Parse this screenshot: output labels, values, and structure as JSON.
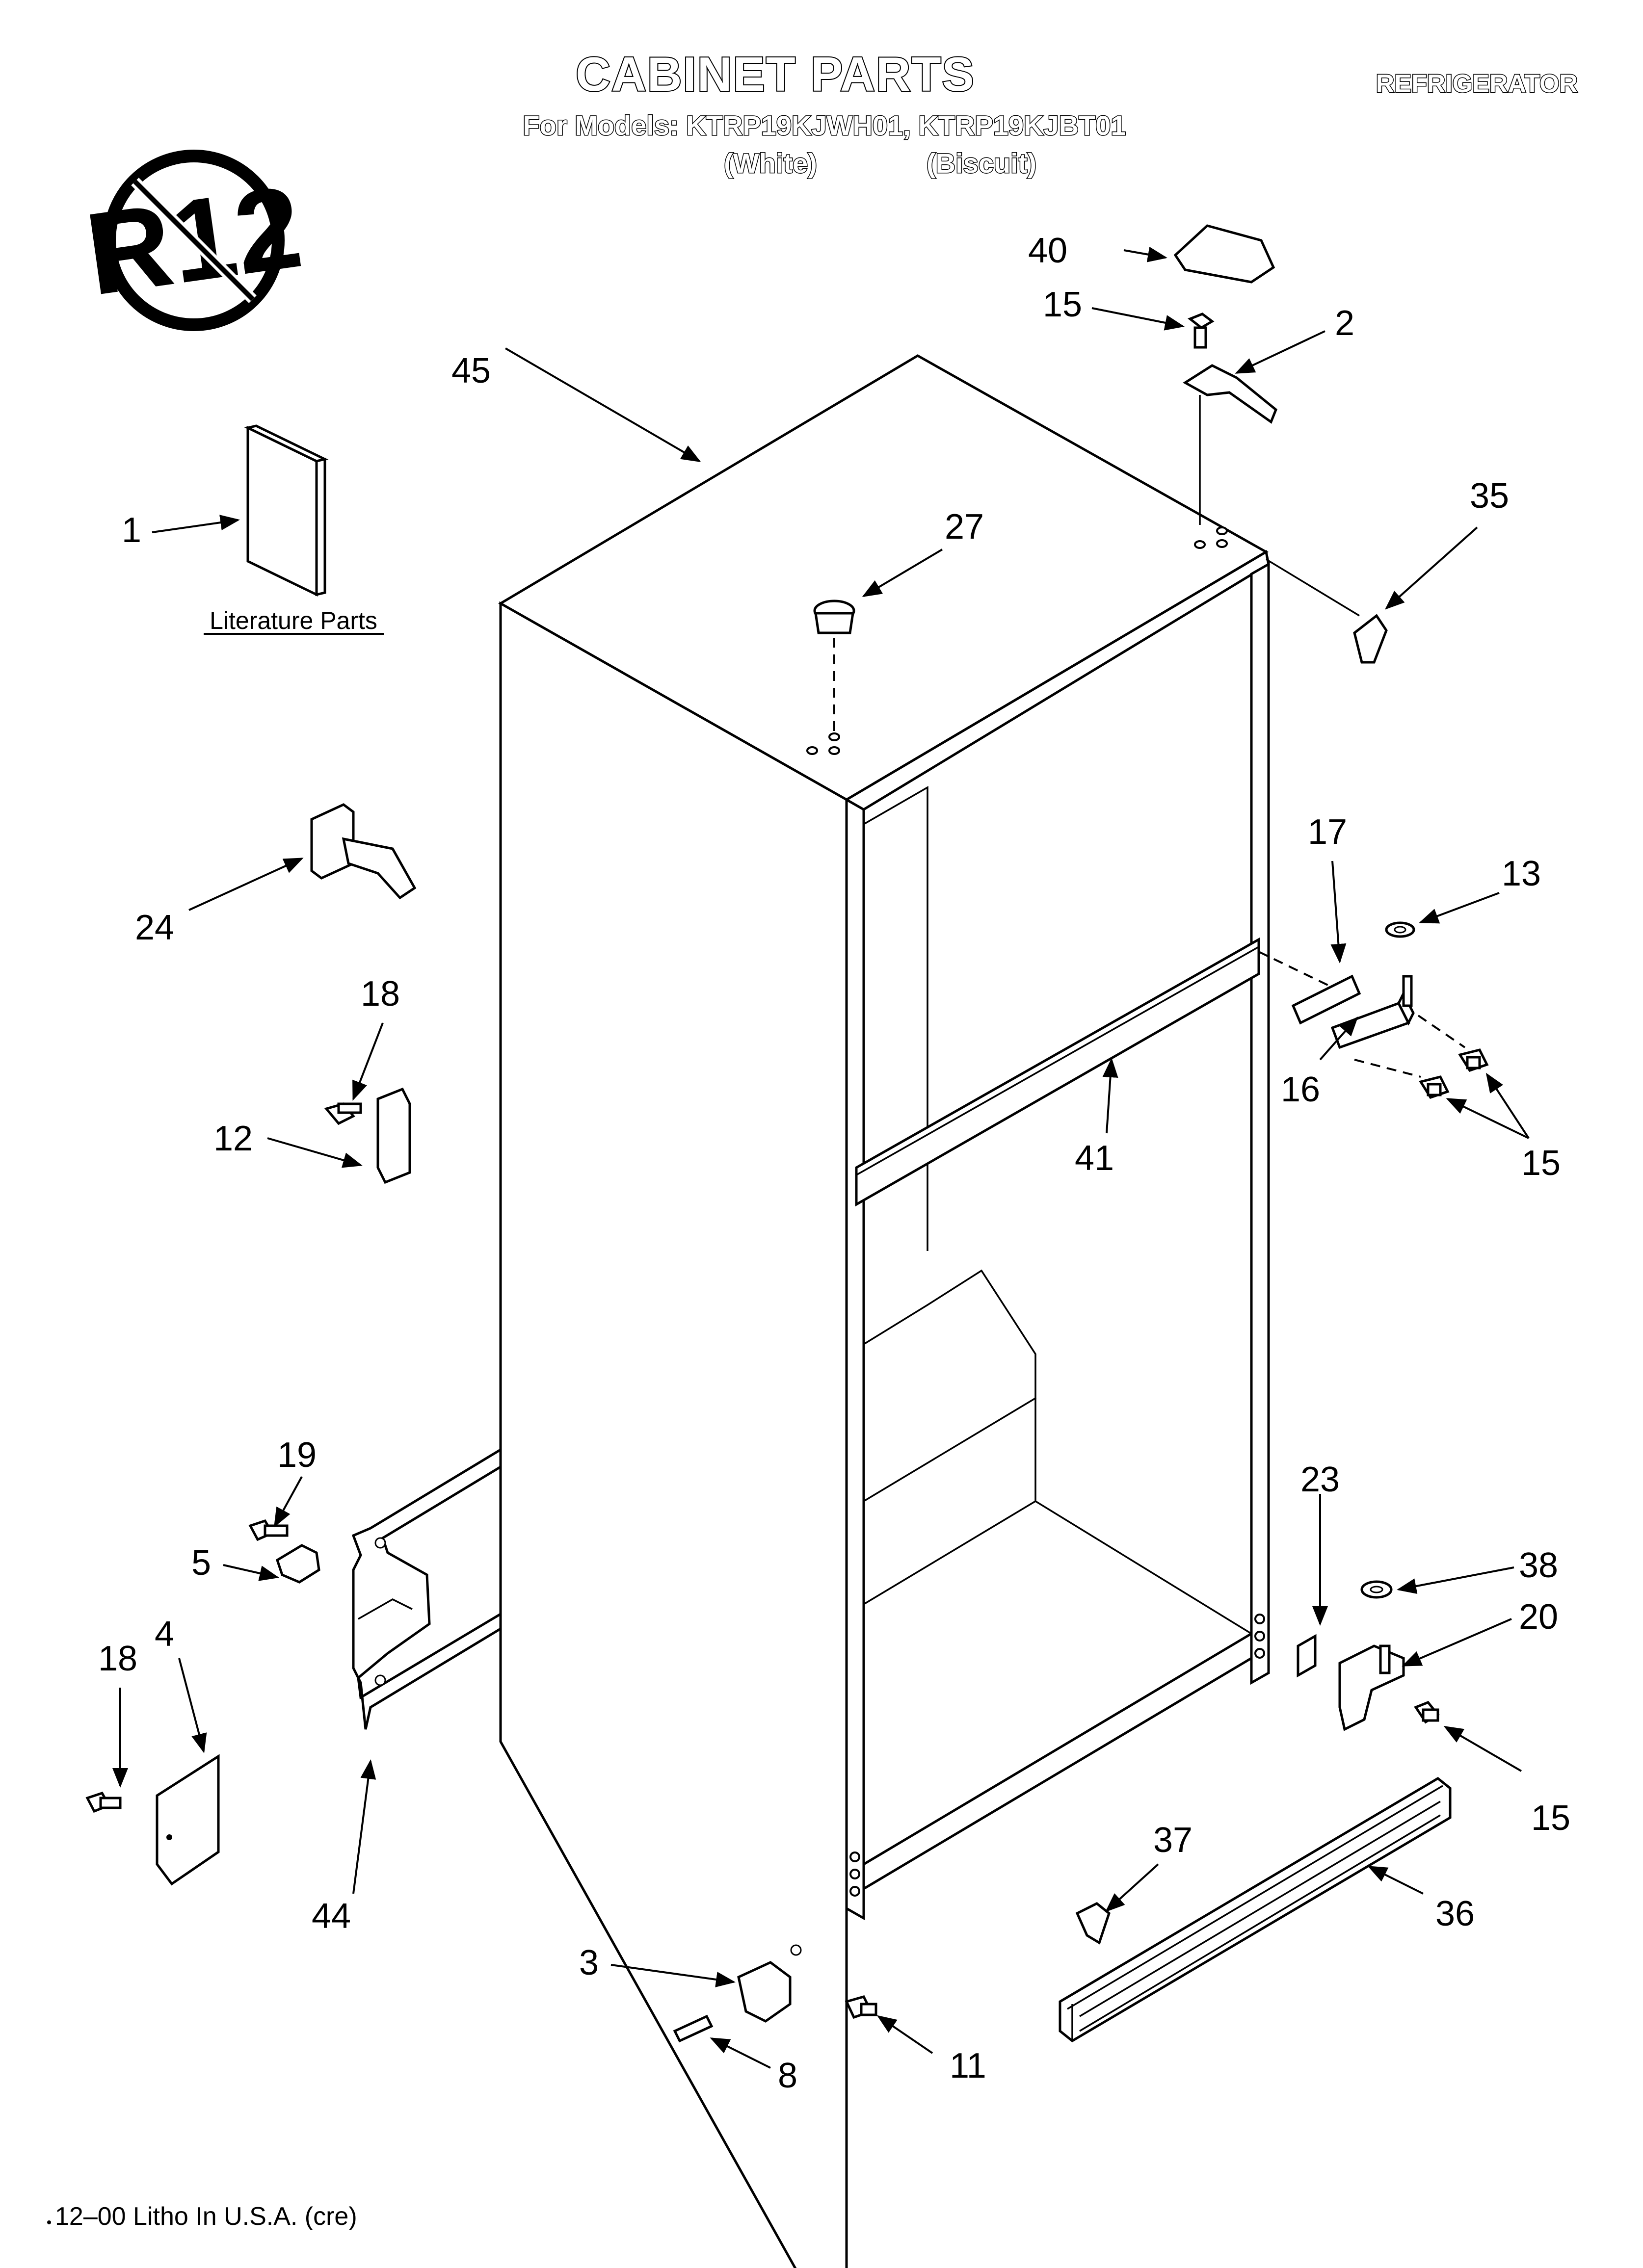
{
  "header": {
    "title": "CABINET PARTS",
    "models_line": "For Models: KTRP19KJWH01, KTRP19KJBT01",
    "color_white": "(White)",
    "color_biscuit": "(Biscuit)",
    "category": "REFRIGERATOR"
  },
  "badge": {
    "text": "R12",
    "icon": "no-r12-icon"
  },
  "literature": {
    "label": "Literature Parts"
  },
  "callouts": {
    "c1": "1",
    "c2": "2",
    "c3": "3",
    "c4": "4",
    "c5": "5",
    "c8": "8",
    "c11": "11",
    "c12": "12",
    "c13": "13",
    "c15a": "15",
    "c15b": "15",
    "c15c": "15",
    "c16": "16",
    "c17": "17",
    "c18a": "18",
    "c18b": "18",
    "c19": "19",
    "c20": "20",
    "c23": "23",
    "c24": "24",
    "c27": "27",
    "c35": "35",
    "c36": "36",
    "c37": "37",
    "c38": "38",
    "c40": "40",
    "c41": "41",
    "c44": "44",
    "c45": "45"
  },
  "footer": {
    "text": "12–00 Litho In U.S.A. (cre)"
  }
}
